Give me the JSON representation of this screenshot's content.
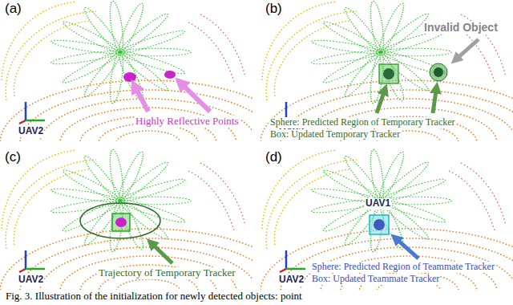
{
  "diagram": {
    "caption": "Fig. 3. Illustration of the initialization for newly detected objects: point",
    "labels": [
      "(a)",
      "UAV2",
      "Highly Reflective Points",
      "(b)",
      "Invalid Object",
      "UAV2",
      "Sphere: Predicted Region of Temporary Tracker",
      "Box: Updated Temporary Tracker",
      "(c)",
      "UAV2",
      "Trajectory of Temporary Tracker",
      "(d)",
      "UAV1",
      "UAV2",
      "Sphere: Predicted Region of Teammate Tracker",
      "Box: Updated Teammate Tracker"
    ]
  }
}
